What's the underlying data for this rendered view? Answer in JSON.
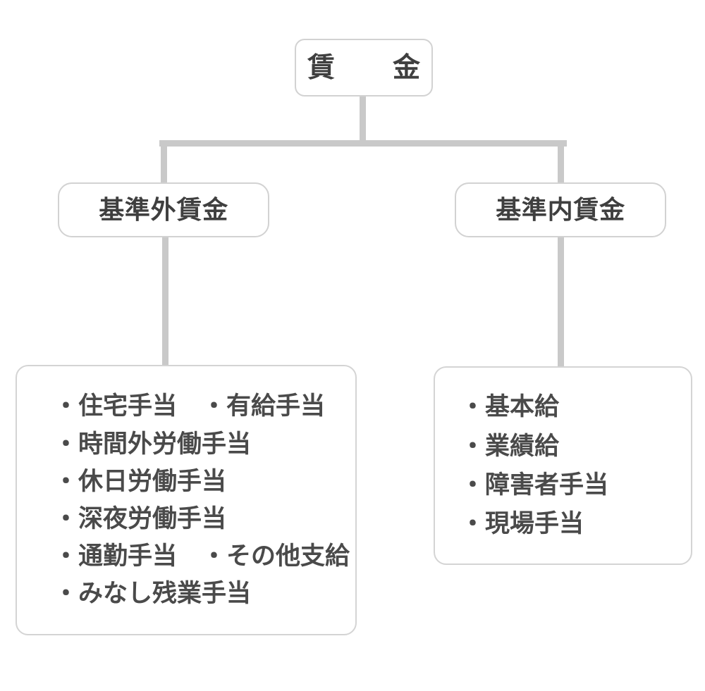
{
  "diagram": {
    "type": "tree",
    "title_node": {
      "label": "賃　金"
    },
    "branches": [
      {
        "id": "non-standard",
        "label": "基準外賃金",
        "items": [
          "・住宅手当　・有給手当",
          "・時間外労働手当",
          "・休日労働手当",
          "・深夜労働手当",
          "・通勤手当　・その他支給",
          "・みなし残業手当"
        ]
      },
      {
        "id": "standard",
        "label": "基準内賃金",
        "items": [
          "・基本給",
          "・業績給",
          "・障害者手当",
          "・現場手当"
        ]
      }
    ],
    "colors": {
      "background": "#ffffff",
      "box_border": "#d2d2d2",
      "connector": "#c9c9c9",
      "text": "#3f3f3f",
      "list_text": "#4a4a4a"
    }
  }
}
